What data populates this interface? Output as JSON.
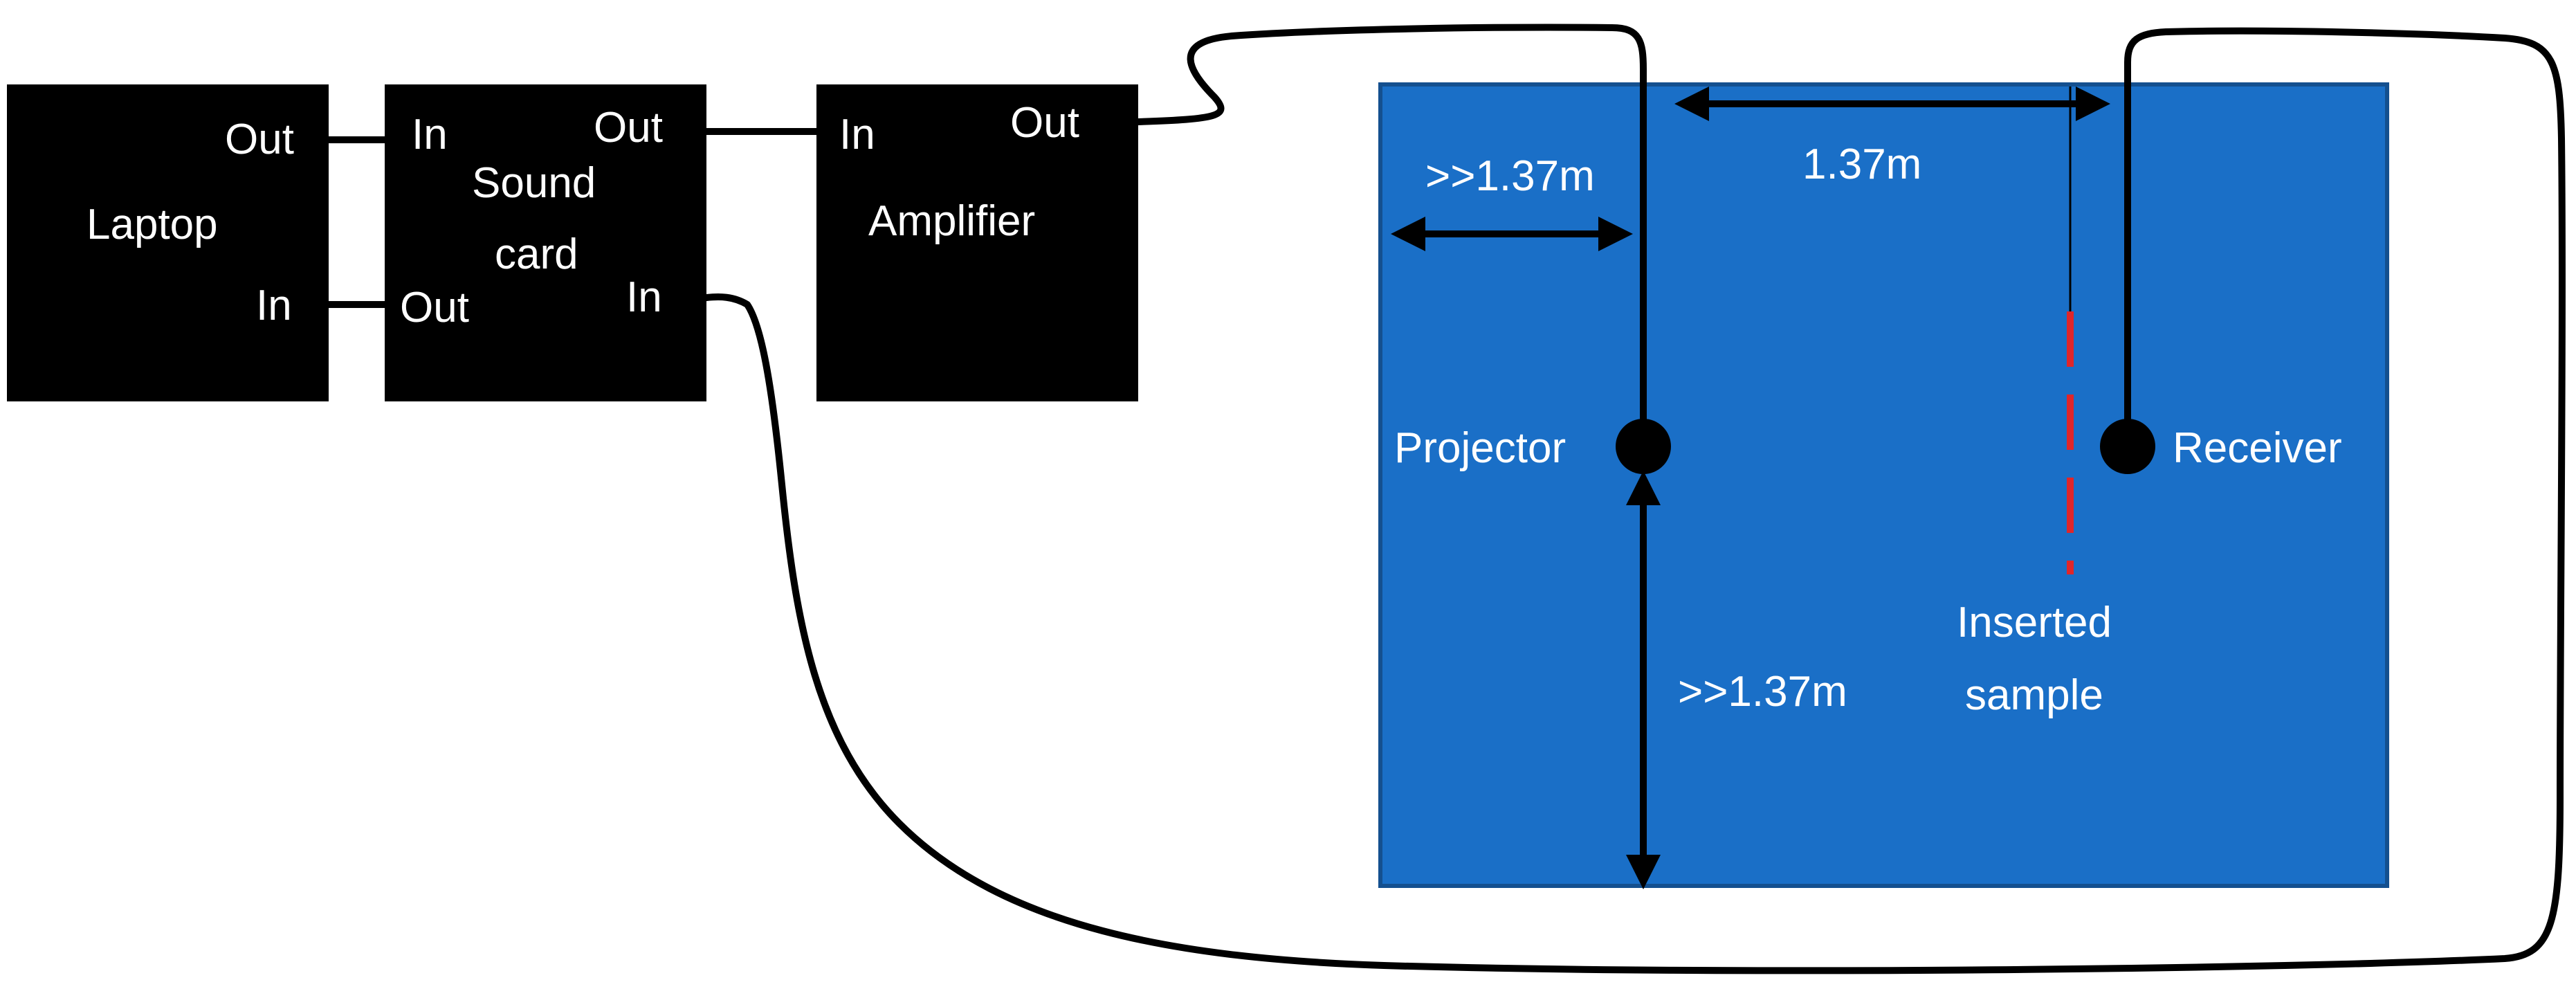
{
  "devices": {
    "laptop": {
      "name": "Laptop",
      "port_out": "Out",
      "port_in": "In"
    },
    "soundcard": {
      "name_line1": "Sound",
      "name_line2": "card",
      "port_in_top": "In",
      "port_out_top": "Out",
      "port_out_bottom": "Out",
      "port_in_bottom": "In"
    },
    "amplifier": {
      "name": "Amplifier",
      "port_in": "In",
      "port_out": "Out"
    }
  },
  "tank": {
    "color": "#1a6fc7",
    "projector_label": "Projector",
    "receiver_label": "Receiver",
    "sample_label_line1": "Inserted",
    "sample_label_line2": "sample",
    "sample_color": "#e0262a",
    "distance_wall": ">>1.37m",
    "distance_separation": "1.37m",
    "distance_bottom": ">>1.37m"
  }
}
